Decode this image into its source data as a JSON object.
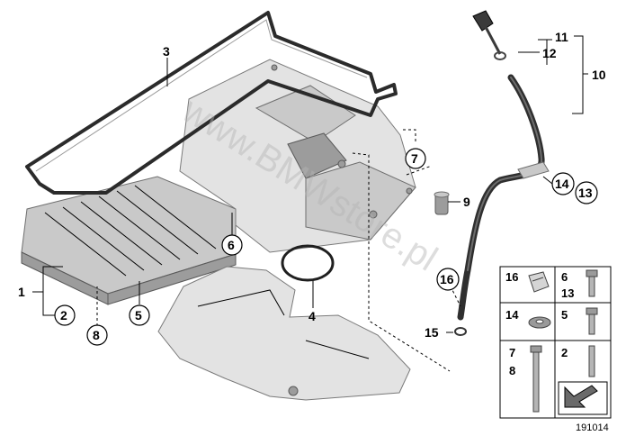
{
  "watermark": "www.BMWstore.pl",
  "diagram_code": "191014",
  "callouts": {
    "c1": "1",
    "c2": "2",
    "c3": "3",
    "c4": "4",
    "c5": "5",
    "c6": "6",
    "c7": "7",
    "c8": "8",
    "c9": "9",
    "c10": "10",
    "c11": "11",
    "c12": "12",
    "c13": "13",
    "c14": "14",
    "c15": "15",
    "c16": "16"
  },
  "legend": {
    "r1_left": "16",
    "r1_right_a": "6",
    "r1_right_b": "13",
    "r2_left": "14",
    "r2_right": "5",
    "r3_left_a": "7",
    "r3_left_b": "8",
    "r3_right": "2"
  },
  "colors": {
    "metal": "#c9c9c9",
    "gasket": "#2b2b2b",
    "tube": "#2f2f2f",
    "legend_border": "#000000"
  }
}
